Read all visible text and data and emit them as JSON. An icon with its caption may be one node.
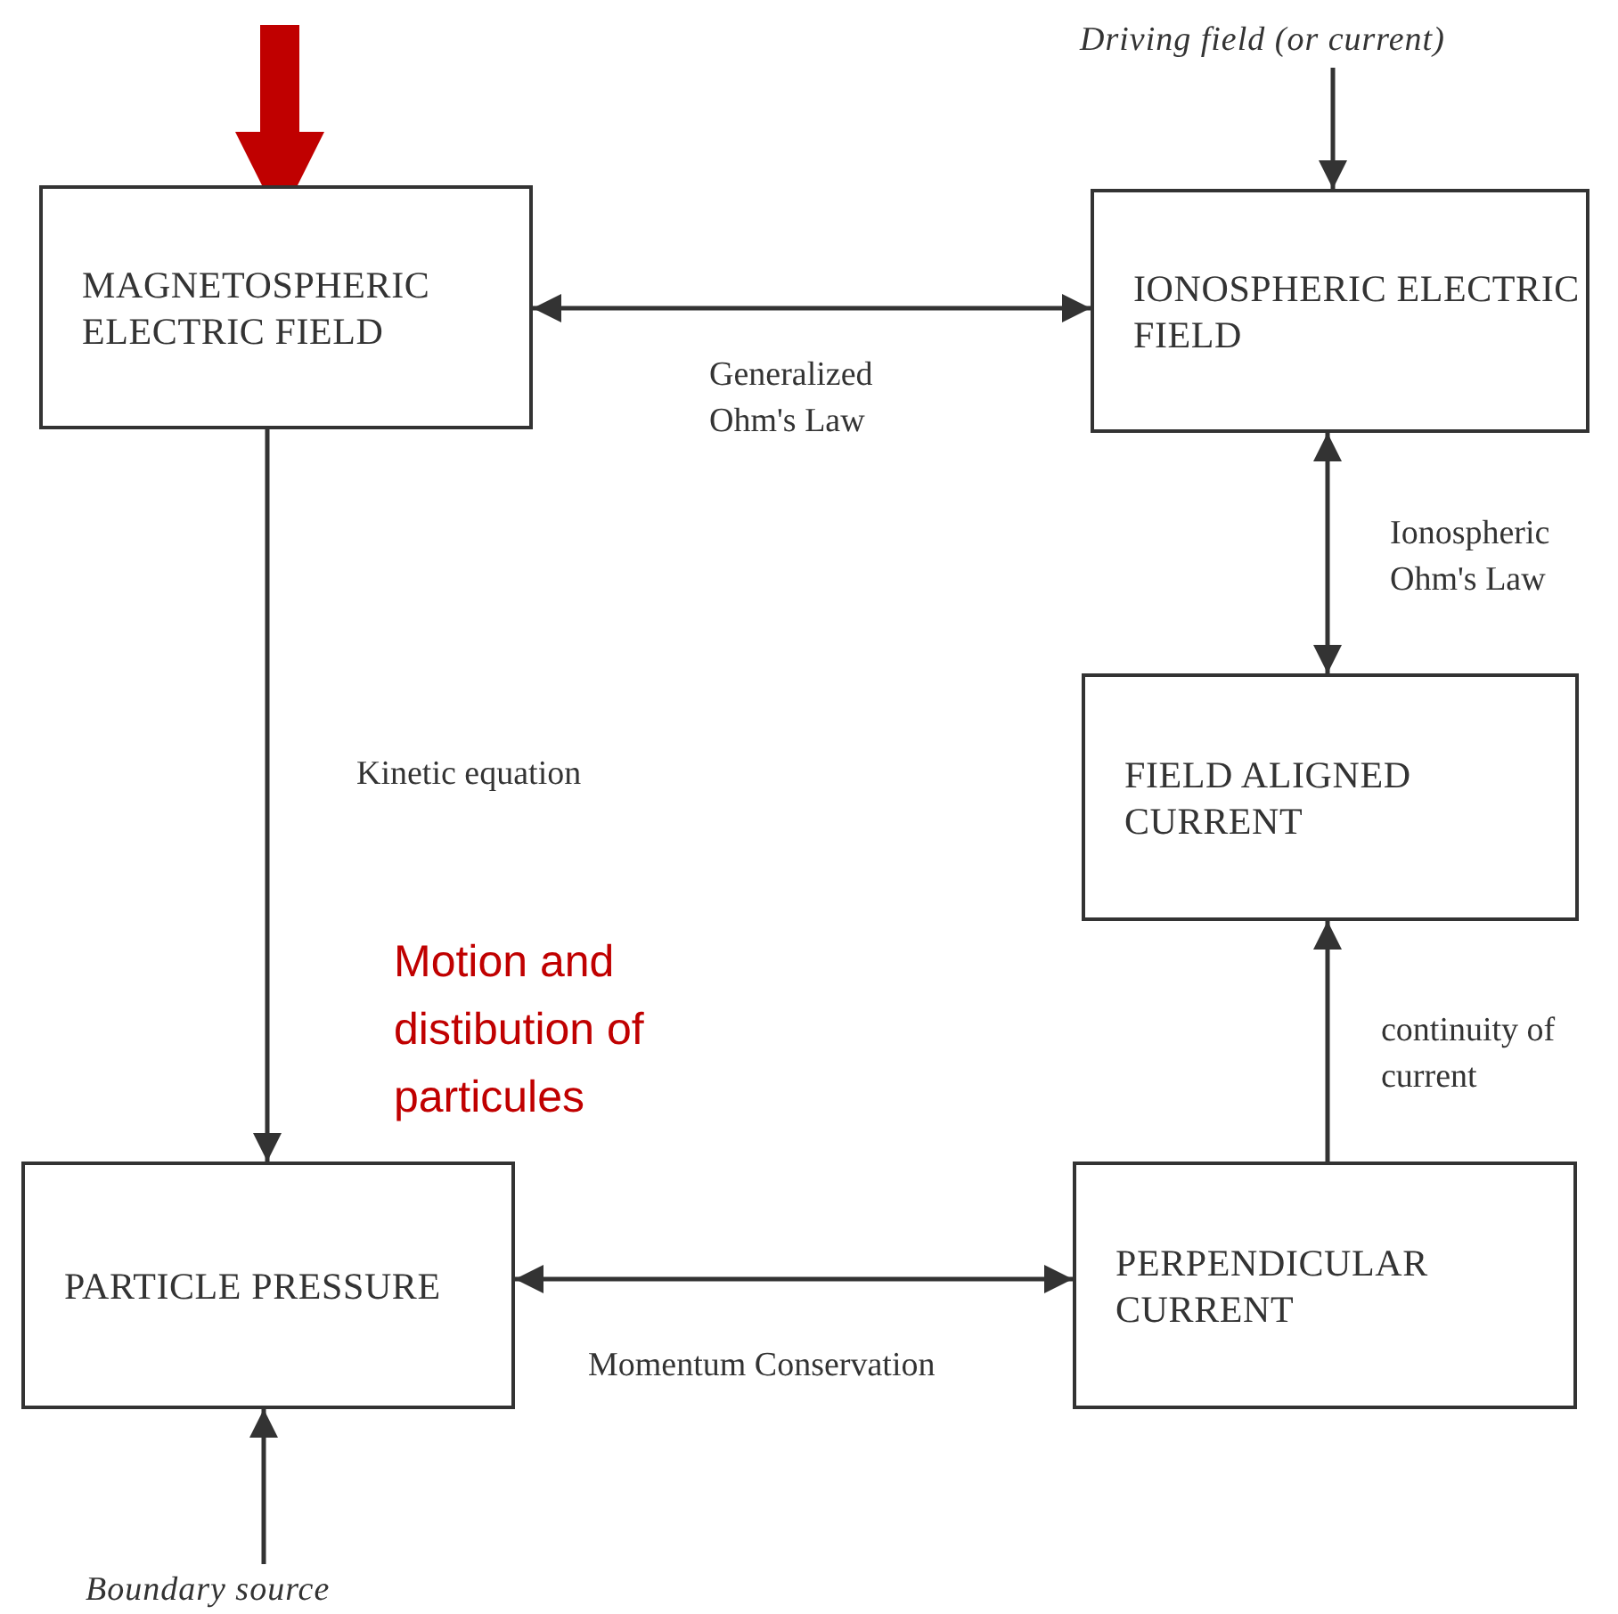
{
  "diagram": {
    "nodes": [
      {
        "text": [
          "Driving field (or current)"
        ]
      },
      {
        "text": [
          "MAGNETOSPHERIC ELECTRIC FIELD"
        ]
      },
      {
        "text": [
          "IONOSPHERIC ELECTRIC FIELD"
        ]
      },
      {
        "text": [
          "FIELD ALIGNED CURRENT"
        ]
      },
      {
        "text": [
          "PARTICLE PRESSURE"
        ]
      },
      {
        "text": [
          "PERPENDICULAR CURRENT"
        ]
      },
      {
        "text": [
          "Boundary source"
        ]
      }
    ],
    "edges": [
      {
        "from": null,
        "to": 1,
        "arrow": "to",
        "style": "thick",
        "color": "#c00000"
      },
      {
        "from": 0,
        "to": 2,
        "arrow": "to"
      },
      {
        "from": 1,
        "to": 2,
        "arrow": "both",
        "label": "Generalized Ohm's Law"
      },
      {
        "from": 2,
        "to": 3,
        "arrow": "both",
        "label": "Ionospheric Ohm's Law"
      },
      {
        "from": 1,
        "to": 4,
        "arrow": "to",
        "label": "Kinetic equation"
      },
      {
        "from": 5,
        "to": 3,
        "arrow": "to",
        "label": "continuity of current"
      },
      {
        "from": 4,
        "to": 5,
        "arrow": "both",
        "label": "Momentum Conservation"
      },
      {
        "from": 6,
        "to": 4,
        "arrow": "to"
      }
    ],
    "labels": [
      "Motion and distibution of particules"
    ]
  }
}
